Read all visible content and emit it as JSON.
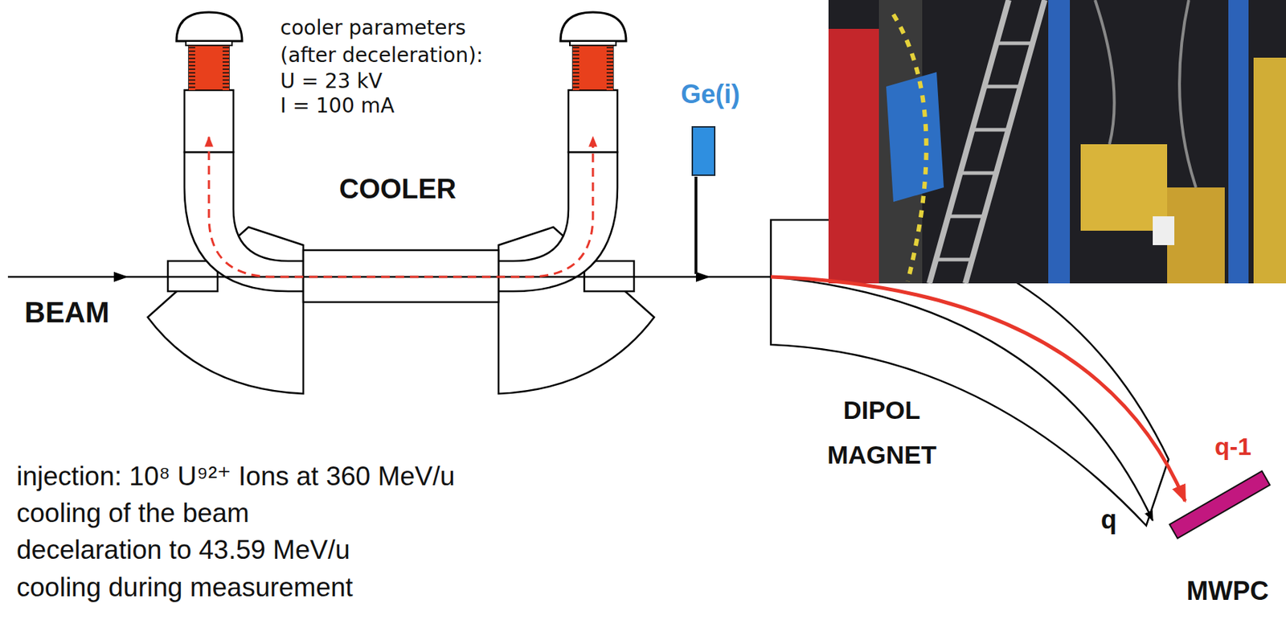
{
  "diagram": {
    "nodes": [
      {
        "text": [
          "Ge(i)"
        ]
      },
      {
        "text": [
          "MWPC"
        ]
      }
    ],
    "labels": [
      "cooler parameters",
      "(after deceleration):",
      "U = 23 kV",
      "I = 100 mA",
      "COOLER",
      "BEAM",
      "DIPOL MAGNET",
      "q-1",
      "q",
      "injection: 10⁸ U⁹²⁺ Ions at 360 MeV/u",
      "cooling of the beam",
      "decelaration to 43.59 MeV/u",
      "cooling during measurement"
    ]
  }
}
